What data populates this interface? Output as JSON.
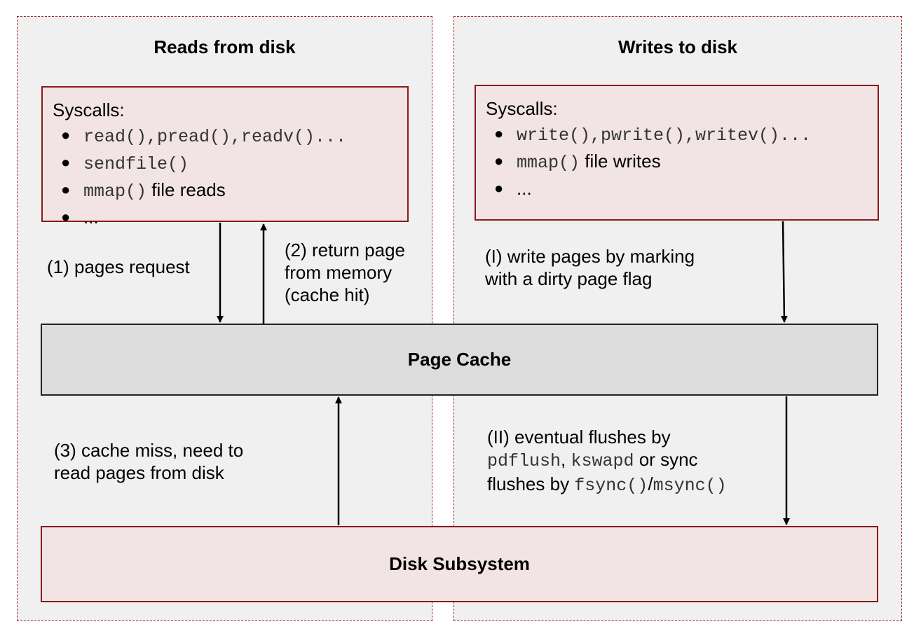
{
  "reads_panel": {
    "title": "Reads from disk",
    "syscalls_heading": "Syscalls:",
    "items": [
      {
        "code": "read(),pread(),readv()...",
        "text": ""
      },
      {
        "code": "sendfile()",
        "text": ""
      },
      {
        "code": "mmap()",
        "text": " file reads"
      },
      {
        "code": "",
        "text": "..."
      }
    ],
    "arrow_1_label": "(1) pages request",
    "arrow_2_label_lines": [
      "(2) return page",
      "from memory",
      "(cache hit)"
    ],
    "arrow_3_label_lines": [
      "(3) cache miss, need to",
      "read pages from disk"
    ]
  },
  "writes_panel": {
    "title": "Writes to disk",
    "syscalls_heading": "Syscalls:",
    "items": [
      {
        "code": "write(),pwrite(),writev()...",
        "text": ""
      },
      {
        "code": "mmap()",
        "text": " file writes"
      },
      {
        "code": "",
        "text": "..."
      }
    ],
    "arrow_I_label_lines": [
      "(I) write pages by marking",
      "with a dirty page flag"
    ],
    "arrow_II_line1": "(II) eventual flushes by",
    "arrow_II_line2": {
      "code1": "pdflush",
      "sep1": ", ",
      "code2": "kswapd",
      "text": " or sync"
    },
    "arrow_II_line3": {
      "text": "flushes by ",
      "code1": "fsync()",
      "sep": "/",
      "code2": "msync()"
    }
  },
  "page_cache": {
    "label": "Page Cache"
  },
  "disk_subsystem": {
    "label": "Disk Subsystem"
  },
  "colors": {
    "panel_bg": "#f0f0f0",
    "box_border": "#8b1a1a",
    "box_bg": "#f2e4e4",
    "cache_bg": "#dcdcdc"
  }
}
